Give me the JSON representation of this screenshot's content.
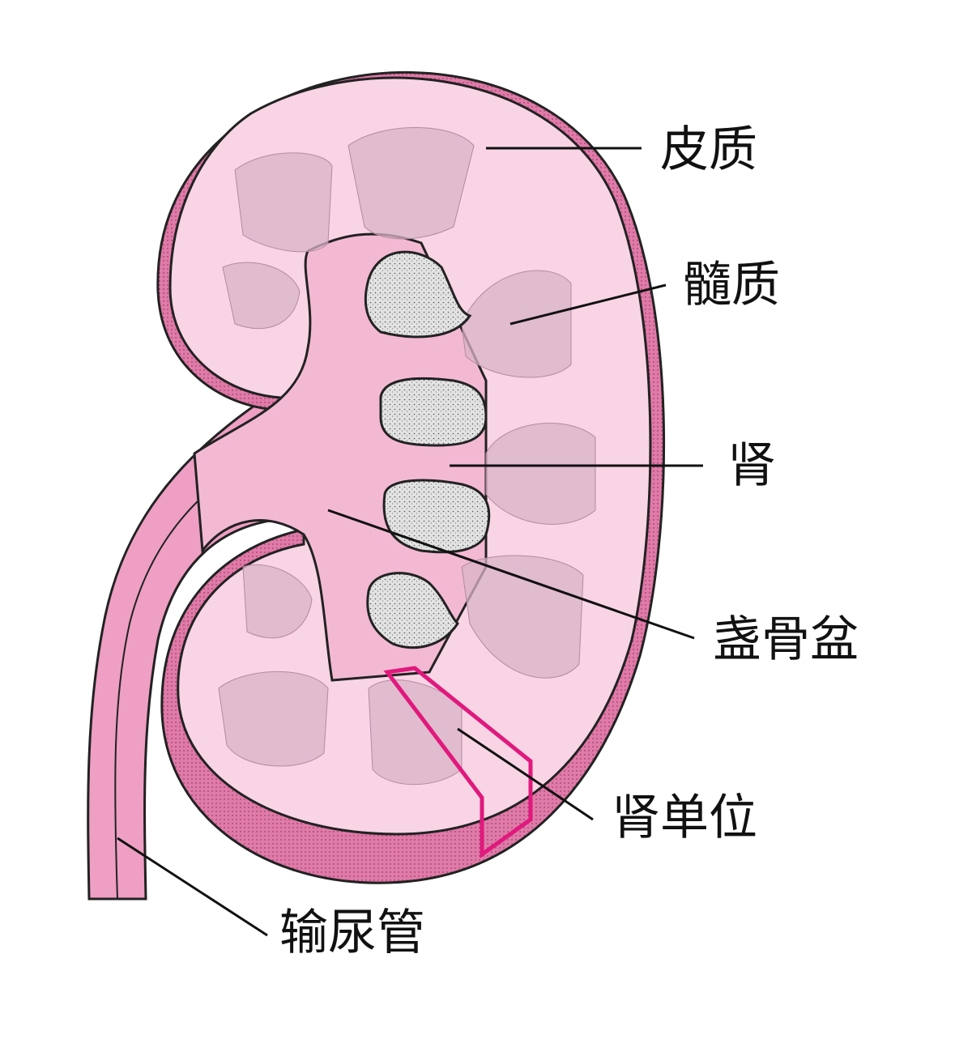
{
  "labels": {
    "cortex": "皮质",
    "medulla": "髓质",
    "kidney": "肾",
    "pelvis": "盏骨盆",
    "nephron": "肾单位",
    "ureter": "输尿管"
  },
  "colors": {
    "capsule": "#e48ab2",
    "cortex": "#f8d4e5",
    "pelvis": "#f3b9d3",
    "pyramid": "#d9b3c6",
    "calyx": "#d6d6d6",
    "nephron_highlight": "#e0197d"
  }
}
